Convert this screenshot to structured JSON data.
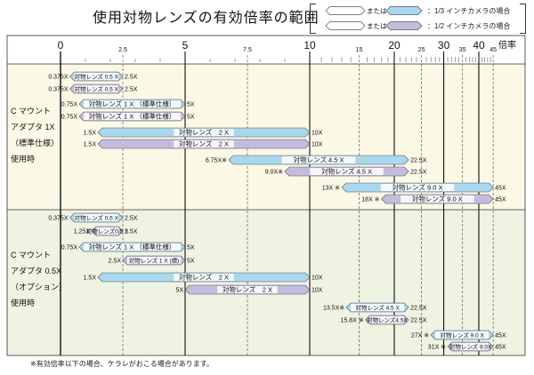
{
  "title": "使用対物レンズの有効倍率の範囲",
  "legend": {
    "item1_inner": "または",
    "item1_label": "：1/3 インチカメラの場合",
    "item1_color": "#a8d8ef",
    "item2_inner": "または",
    "item2_label": "：1/2 インチカメラの場合",
    "item2_color": "#c2bde0"
  },
  "axis": {
    "label": "倍率",
    "major_ticks": [
      {
        "value": 0,
        "label": "0"
      },
      {
        "value": 5,
        "label": "5"
      },
      {
        "value": 10,
        "label": "10"
      },
      {
        "value": 20,
        "label": "20"
      },
      {
        "value": 30,
        "label": "30"
      },
      {
        "value": 40,
        "label": "40"
      }
    ],
    "minor_ticks": [
      {
        "value": 2.5,
        "label": "2.5"
      },
      {
        "value": 7.5,
        "label": "7.5"
      },
      {
        "value": 15,
        "label": "15"
      },
      {
        "value": 25,
        "label": "25"
      },
      {
        "value": 35,
        "label": "35"
      },
      {
        "value": 45,
        "label": "45"
      }
    ]
  },
  "groups": [
    {
      "label_lines": [
        "C マウント",
        "アダプタ 1X",
        "（標準仕様）",
        "使用時"
      ]
    },
    {
      "label_lines": [
        "C マウント",
        "アダプタ 0.5X",
        "（オプション）",
        "使用時"
      ]
    }
  ],
  "footnote": "※有効倍率以下の場合、ケラレがおこる場合があります。",
  "colors": {
    "blue": "#a8d8ef",
    "purple": "#c2bde0",
    "group1_bg": "#fbf8e6",
    "group2_bg": "#eef3e2"
  },
  "chart_data": {
    "type": "range",
    "bars": [
      {
        "group": 1,
        "start": 0.375,
        "end": 2.5,
        "series": "1/3",
        "start_label": "0.375X",
        "end_label": "2.5X",
        "label": "対物レンズ 0.5 X"
      },
      {
        "group": 1,
        "start": 0.375,
        "end": 2.5,
        "series": "1/2",
        "start_label": "0.375X",
        "end_label": "2.5X",
        "label": "対物レンズ 0.5 X"
      },
      {
        "group": 1,
        "start": 0.75,
        "end": 5,
        "series": "1/3",
        "start_label": "0.75X",
        "end_label": "5X",
        "label": "対物レンズ 1 X （標準仕様）"
      },
      {
        "group": 1,
        "start": 0.75,
        "end": 5,
        "series": "1/2",
        "start_label": "0.75X",
        "end_label": "5X",
        "label": "対物レンズ 1 X （標準仕様）"
      },
      {
        "group": 1,
        "start": 1.5,
        "end": 10,
        "series": "1/3",
        "start_label": "1.5X",
        "end_label": "10X",
        "label": "対物レンズ　2 X"
      },
      {
        "group": 1,
        "start": 1.5,
        "end": 10,
        "series": "1/2",
        "start_label": "1.5X",
        "end_label": "10X",
        "label": "対物レンズ　2 X"
      },
      {
        "group": 1,
        "start": 6.75,
        "end": 22.5,
        "series": "1/3",
        "start_label": "6.75X※",
        "end_label": "22.5X",
        "label": "対物レンズ 4.5 X"
      },
      {
        "group": 1,
        "start": 9,
        "end": 22.5,
        "series": "1/2",
        "start_label": "9.0X※",
        "end_label": "22.5X",
        "label": "対物レンズ 4.5 X"
      },
      {
        "group": 1,
        "start": 13,
        "end": 45,
        "series": "1/3",
        "start_label": "13X ※",
        "end_label": "45X",
        "label": "対物レンズ 9.0 X"
      },
      {
        "group": 1,
        "start": 18,
        "end": 45,
        "series": "1/2",
        "start_label": "18X ※",
        "end_label": "45X",
        "label": "対物レンズ 9.0 X"
      },
      {
        "group": 2,
        "start": 0.375,
        "end": 2.5,
        "series": "1/3",
        "start_label": "0.375X",
        "end_label": "2.5X",
        "label": "対物レンズ 0.5 X"
      },
      {
        "group": 2,
        "start": 1.25,
        "end": 2.5,
        "series": "1/2",
        "start_label": "1.25X",
        "end_label": "2.5X",
        "label": "対物レンズ0.5 X"
      },
      {
        "group": 2,
        "start": 0.75,
        "end": 5,
        "series": "1/3",
        "start_label": "0.75X",
        "end_label": "5X",
        "label": "対物レンズ 1 X （標準仕様）"
      },
      {
        "group": 2,
        "start": 2.5,
        "end": 5,
        "series": "1/2",
        "start_label": "2.5X",
        "end_label": "5X",
        "label": "対物レンズ 1 X (標)"
      },
      {
        "group": 2,
        "start": 1.5,
        "end": 10,
        "series": "1/3",
        "start_label": "1.5X",
        "end_label": "10X",
        "label": "対物レンズ　2 X"
      },
      {
        "group": 2,
        "start": 5,
        "end": 10,
        "series": "1/2",
        "start_label": "5X",
        "end_label": "10X",
        "label": "対物レンズ　2 X"
      },
      {
        "group": 2,
        "start": 13.5,
        "end": 22.5,
        "series": "1/3",
        "start_label": "13.5X※",
        "end_label": "22.5X",
        "label": "対物レンズ 4.5 X"
      },
      {
        "group": 2,
        "start": 15.8,
        "end": 22.5,
        "series": "1/2",
        "start_label": "15.8X ※",
        "end_label": "22.5X",
        "label": "対物レンズ4.5X"
      },
      {
        "group": 2,
        "start": 27,
        "end": 45,
        "series": "1/3",
        "start_label": "27X ※",
        "end_label": "45X",
        "label": "対物レンズ 9.0 X"
      },
      {
        "group": 2,
        "start": 31,
        "end": 45,
        "series": "1/2",
        "start_label": "31X ※",
        "end_label": "45X",
        "label": "対物レンズ 9.0X"
      }
    ]
  }
}
